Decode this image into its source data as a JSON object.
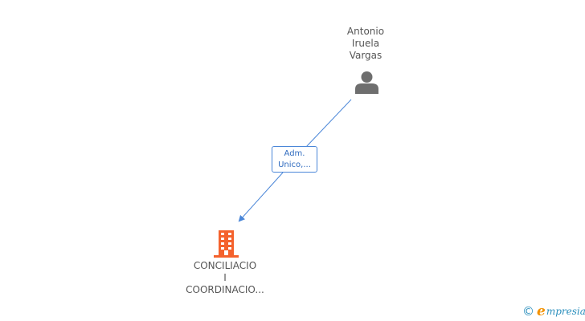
{
  "person": {
    "name_lines": [
      "Antonio",
      "Iruela",
      "Vargas"
    ],
    "icon": "person-icon"
  },
  "relation": {
    "label_lines": [
      "Adm.",
      "Unico,..."
    ],
    "line_color": "#4a86d8"
  },
  "company": {
    "name_lines": [
      "CONCILIACIO",
      "I",
      "COORDINACIO..."
    ],
    "icon": "building-icon",
    "color": "#f4622d"
  },
  "brand": {
    "copyright_symbol": "©",
    "logo_initial": "e",
    "logo_rest": "mpresia"
  }
}
